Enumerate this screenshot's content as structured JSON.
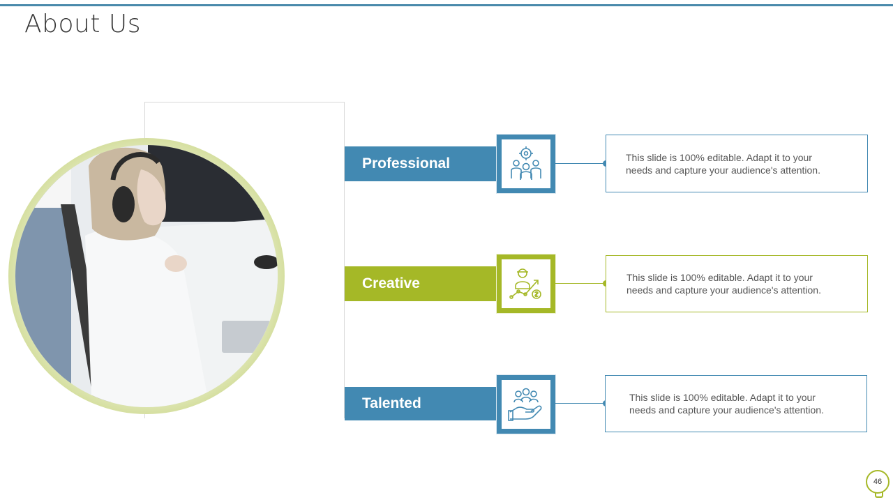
{
  "slide": {
    "title": "About Us",
    "page_number": "46"
  },
  "items": [
    {
      "label": "Professional",
      "icon": "team-target-icon",
      "description": "This slide is 100% editable. Adapt it to your needs and capture your audience's attention.",
      "color": "#4289b2"
    },
    {
      "label": "Creative",
      "icon": "growth-strategy-icon",
      "description": "This slide is 100% editable. Adapt it to your needs and capture your audience's attention.",
      "color": "#a5b827"
    },
    {
      "label": "Talented",
      "icon": "hand-people-icon",
      "description": "This slide is 100% editable. Adapt it to your needs and capture your audience's attention.",
      "color": "#4289b2"
    }
  ],
  "colors": {
    "blue_accent": "#4289b2",
    "green_accent": "#a5b827",
    "top_rule": "#4a8aab"
  }
}
